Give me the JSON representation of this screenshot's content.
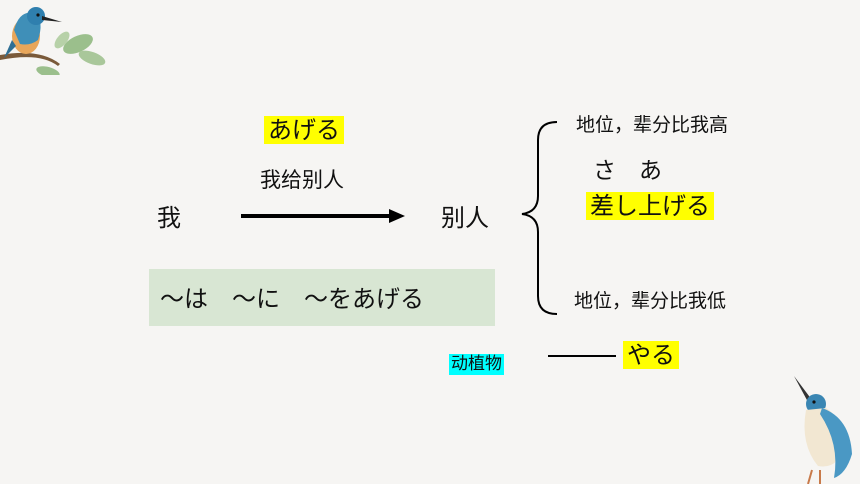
{
  "slide": {
    "ageru": "あげる",
    "gloss": "我给别人",
    "giver": "我",
    "receiver": "别人",
    "higher_status": "地位，辈分比我高",
    "reading": "さ　あ",
    "sashiageru": "差し上げる",
    "lower_status": "地位，辈分比我低",
    "pattern": "～は　～に　～をあげる",
    "animals_plants": "动植物",
    "yaru": "やる"
  },
  "colors": {
    "highlight_yellow": "#ffff00",
    "highlight_cyan": "#00ffff",
    "pattern_box": "#d8e6d3"
  },
  "icons": [
    "kingfisher-bird-top-left",
    "kingfisher-bird-bottom-right"
  ]
}
